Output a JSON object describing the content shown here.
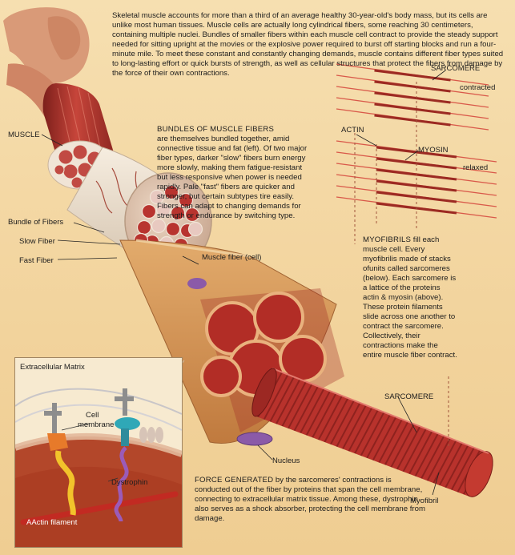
{
  "intro_text": "Skeletal muscle accounts for more than a third of an average healthy 30-year-old's body mass, but its cells are unlike most human tissues. Muscle cells are actually long cylindrical fibers, some reaching 30 centimeters, containing multiple nuclei. Bundles of smaller fibers within each muscle cell contract to provide the steady support needed for sitting upright at the movies or the explosive power required to burst off starting blocks and run a four-minute mile. To meet these constant and constantly changing demands, muscle contains different fiber types suited to long-lasting effort or quick bursts of strength, as well as cellular structures that protect the fibers from damage by the force of their own contractions.",
  "bundles": {
    "heading": "BUNDLES OF MUSCLE FIBERS",
    "body": "are themselves bundled together, amid connective tissue and fat (left). Of two major fiber types, darker \"slow\" fibers burn energy more slowly, making them fatigue-resistant but less responsive when power is needed rapidly. Pale \"fast\" fibers are quicker and stronger, but certain subtypes tire easily. Fibers can adapt to changing demands for strength or endurance by switching type."
  },
  "myofibrils": {
    "heading": "MYOFIBRILS",
    "body": "fill each muscle cell. Every myofibrilis made of stacks ofunits called sarcomeres (below). Each sarcomere is a lattice of the proteins actin & myosin (above). These protein filaments slide across one another to contract the sarcomere. Collectively, their contractions make the entire muscle fiber contract."
  },
  "force": {
    "heading": "FORCE GENERATED",
    "body": "by the sarcomeres' contractions is conducted out of the fiber by proteins that span the cell membrane, connecting to extracellular matrix tissue. Among these, dystrophin also serves as a shock absorber, protecting the cell membrane from damage."
  },
  "labels": {
    "muscle": "MUSCLE",
    "bundle_of_fibers": "Bundle of Fibers",
    "slow_fiber": "Slow Fiber",
    "fast_fiber": "Fast Fiber",
    "muscle_fiber": "Muscle fiber (cell)",
    "nucleus": "Nucleus",
    "myofibril": "Myofibril",
    "sarcomere_top": "SARCOMERE",
    "contracted": "contracted",
    "actin": "ACTIN",
    "myosin": "MYOSIN",
    "relaxed": "relaxed",
    "sarcomere_bottom": "SARCOMERE"
  },
  "inset": {
    "extracellular_matrix": "Extracellular Matrix",
    "cell_membrane_1": "Cell",
    "cell_membrane_2": "membrane",
    "dystrophin": "Dystrophin",
    "actin_filament": "AActin filament"
  },
  "colors": {
    "background": "#f3d9a6",
    "muscle_red": "#b8322c",
    "fiber_dark": "#8e1f1d",
    "fat_pale": "#f2ece1",
    "nucleus_purple": "#8b5aa8",
    "myosin_orange": "#e07a2c",
    "dystrophin_purple": "#9b5bb8"
  }
}
